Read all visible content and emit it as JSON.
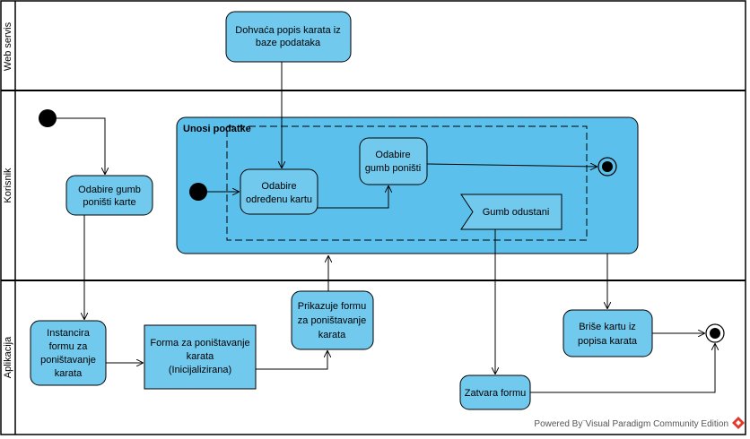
{
  "lanes": {
    "web_servis": "Web servis",
    "korisnik": "Korisnik",
    "aplikacija": "Aplikacija"
  },
  "region": {
    "title": "Unosi podatke"
  },
  "nodes": {
    "dohvaca": [
      "Dohvaća popis karata iz",
      "baze podataka"
    ],
    "odabire_gumb_ponisti_karte": [
      "Odabire gumb",
      "poništi karte"
    ],
    "odabire_kartu": [
      "Odabire",
      "određenu kartu"
    ],
    "odabire_gumb_ponisti": [
      "Odabire",
      "gumb poništi"
    ],
    "gumb_odustani": "Gumb odustani",
    "instancira": [
      "Instancira",
      "formu za",
      "poništavanje",
      "karata"
    ],
    "forma": [
      "Forma za poništavanje",
      "karata",
      "(Inicijalizirana)"
    ],
    "prikazuje": [
      "Prikazuje formu",
      "za poništavanje",
      "karata"
    ],
    "brise": [
      "Briše kartu iz",
      "popisa karata"
    ],
    "zatvara": "Zatvara formu"
  },
  "footer": "Powered By¨Visual Paradigm Community Edition",
  "colors": {
    "node_fill": "#72c9ee",
    "region_fill": "#5cc0ec",
    "stroke": "#000000"
  }
}
